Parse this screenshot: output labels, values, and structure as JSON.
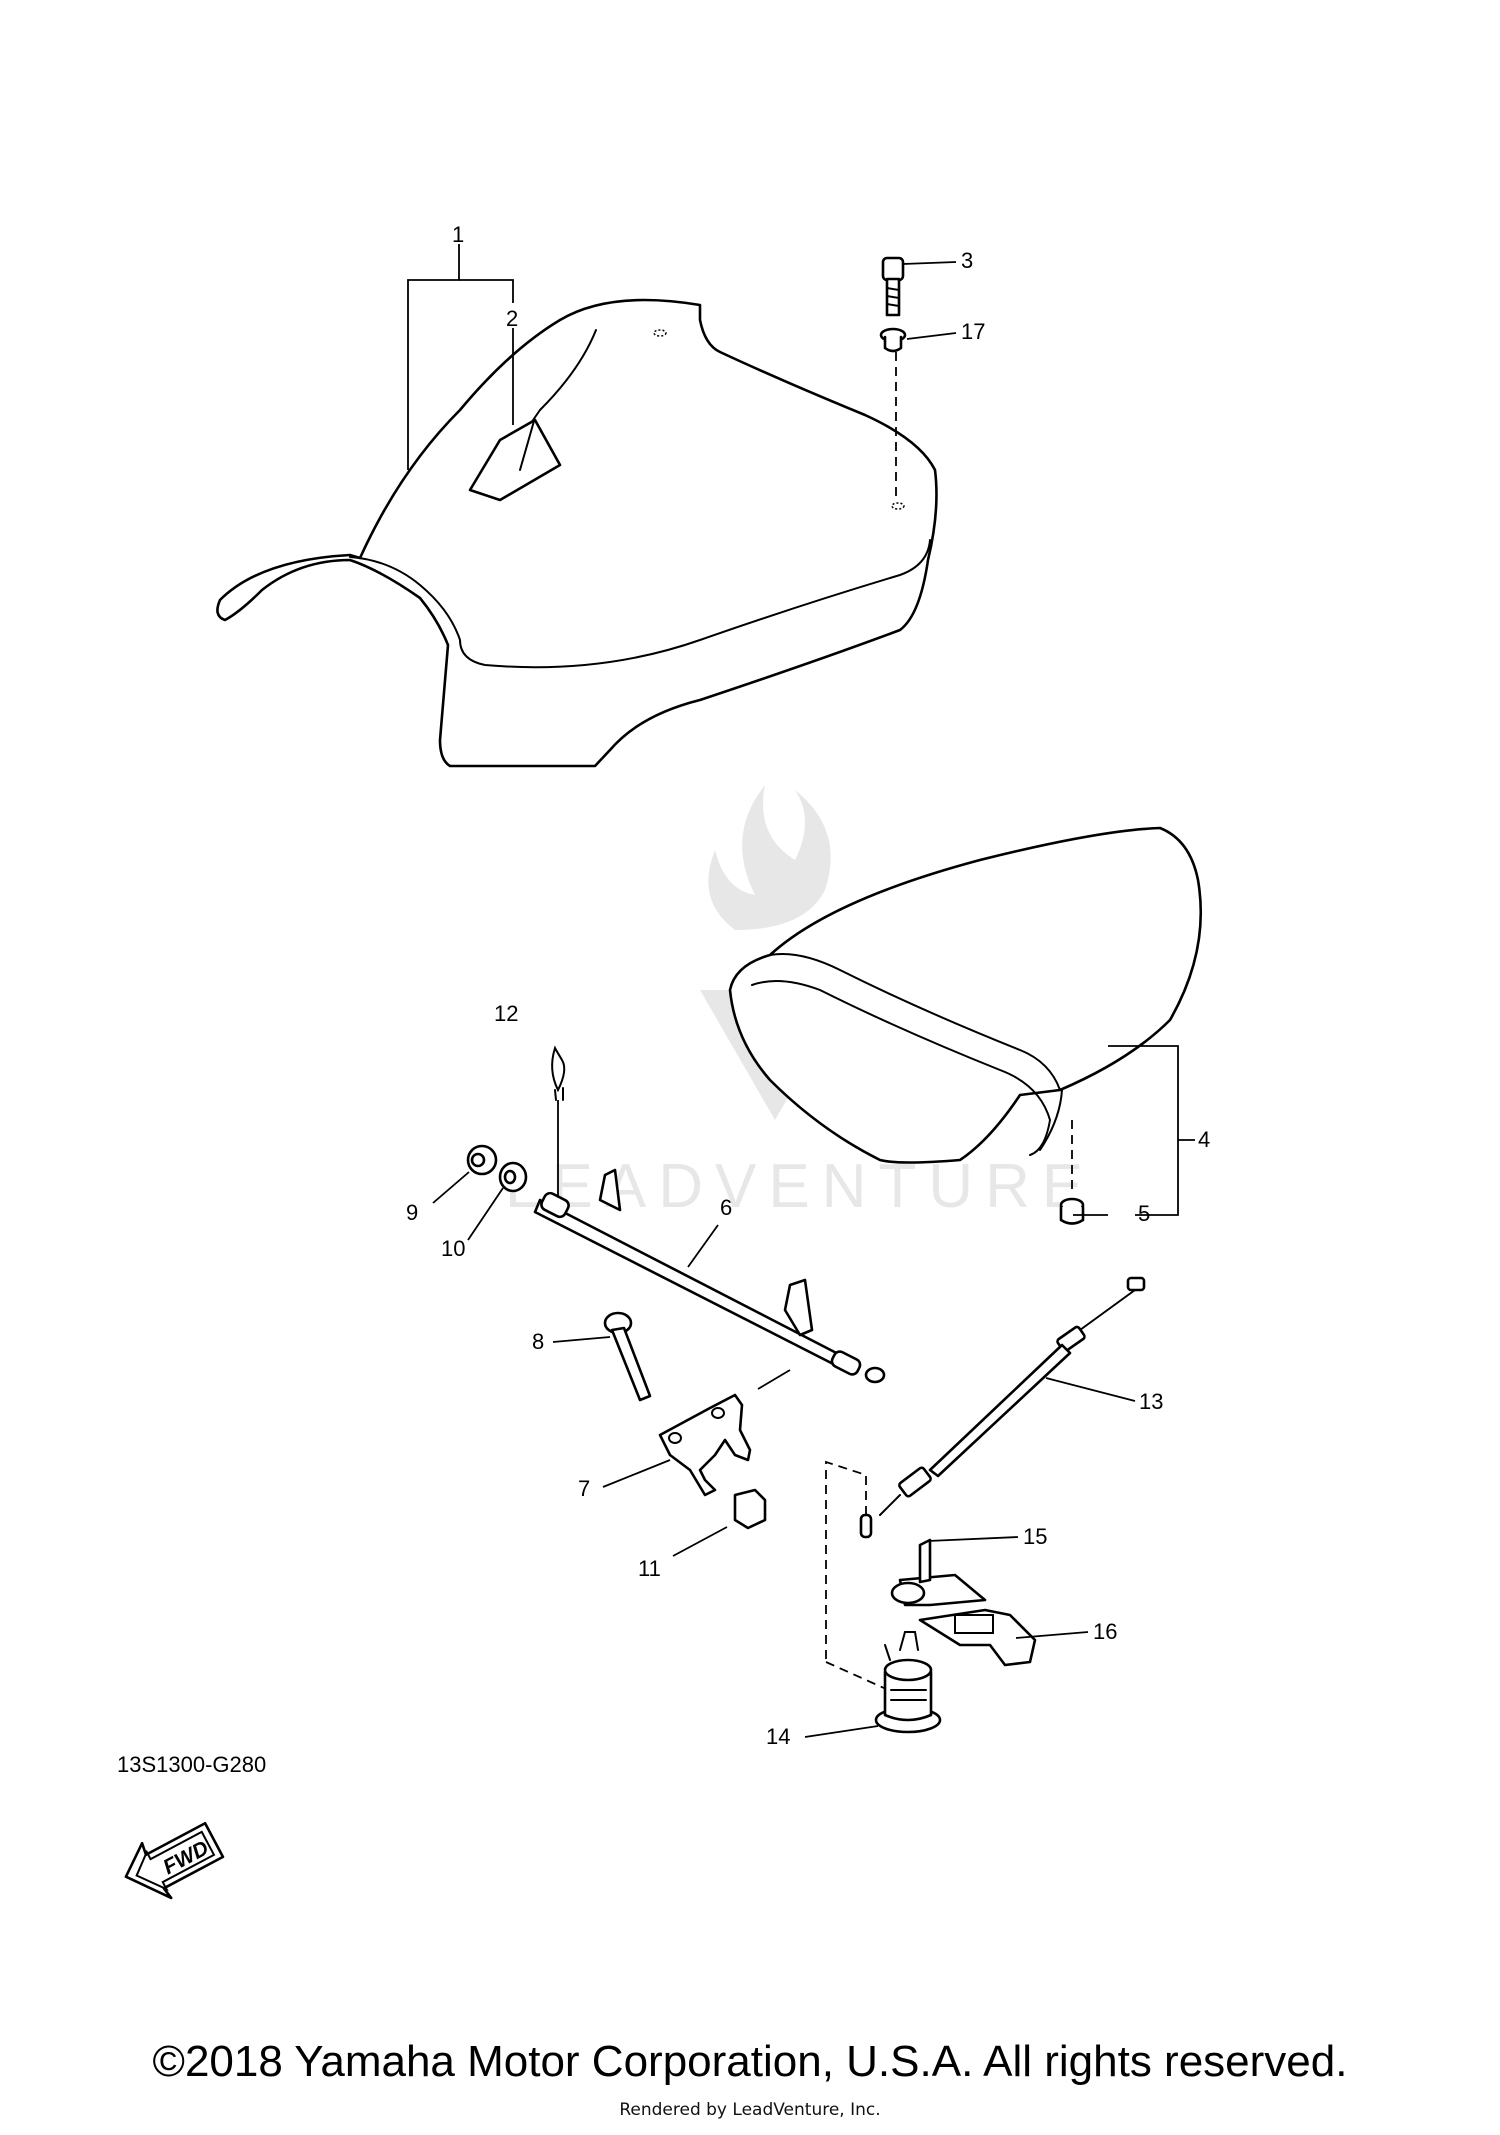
{
  "diagram": {
    "code": "13S1300-G280",
    "fwd_label": "FWD",
    "watermark_text": "LEADVENTURE",
    "copyright": "©2018 Yamaha Motor Corporation, U.S.A. All rights reserved.",
    "rendered_by": "Rendered by LeadVenture, Inc."
  },
  "callouts": {
    "c1": "1",
    "c2": "2",
    "c3": "3",
    "c4": "4",
    "c5": "5",
    "c6": "6",
    "c7": "7",
    "c8": "8",
    "c9": "9",
    "c10": "10",
    "c11": "11",
    "c12": "12",
    "c13": "13",
    "c14": "14",
    "c15": "15",
    "c16": "16",
    "c17": "17"
  },
  "icons": {
    "fwd": "fwd-arrow-icon",
    "watermark_logo": "leadventure-logo-icon"
  }
}
